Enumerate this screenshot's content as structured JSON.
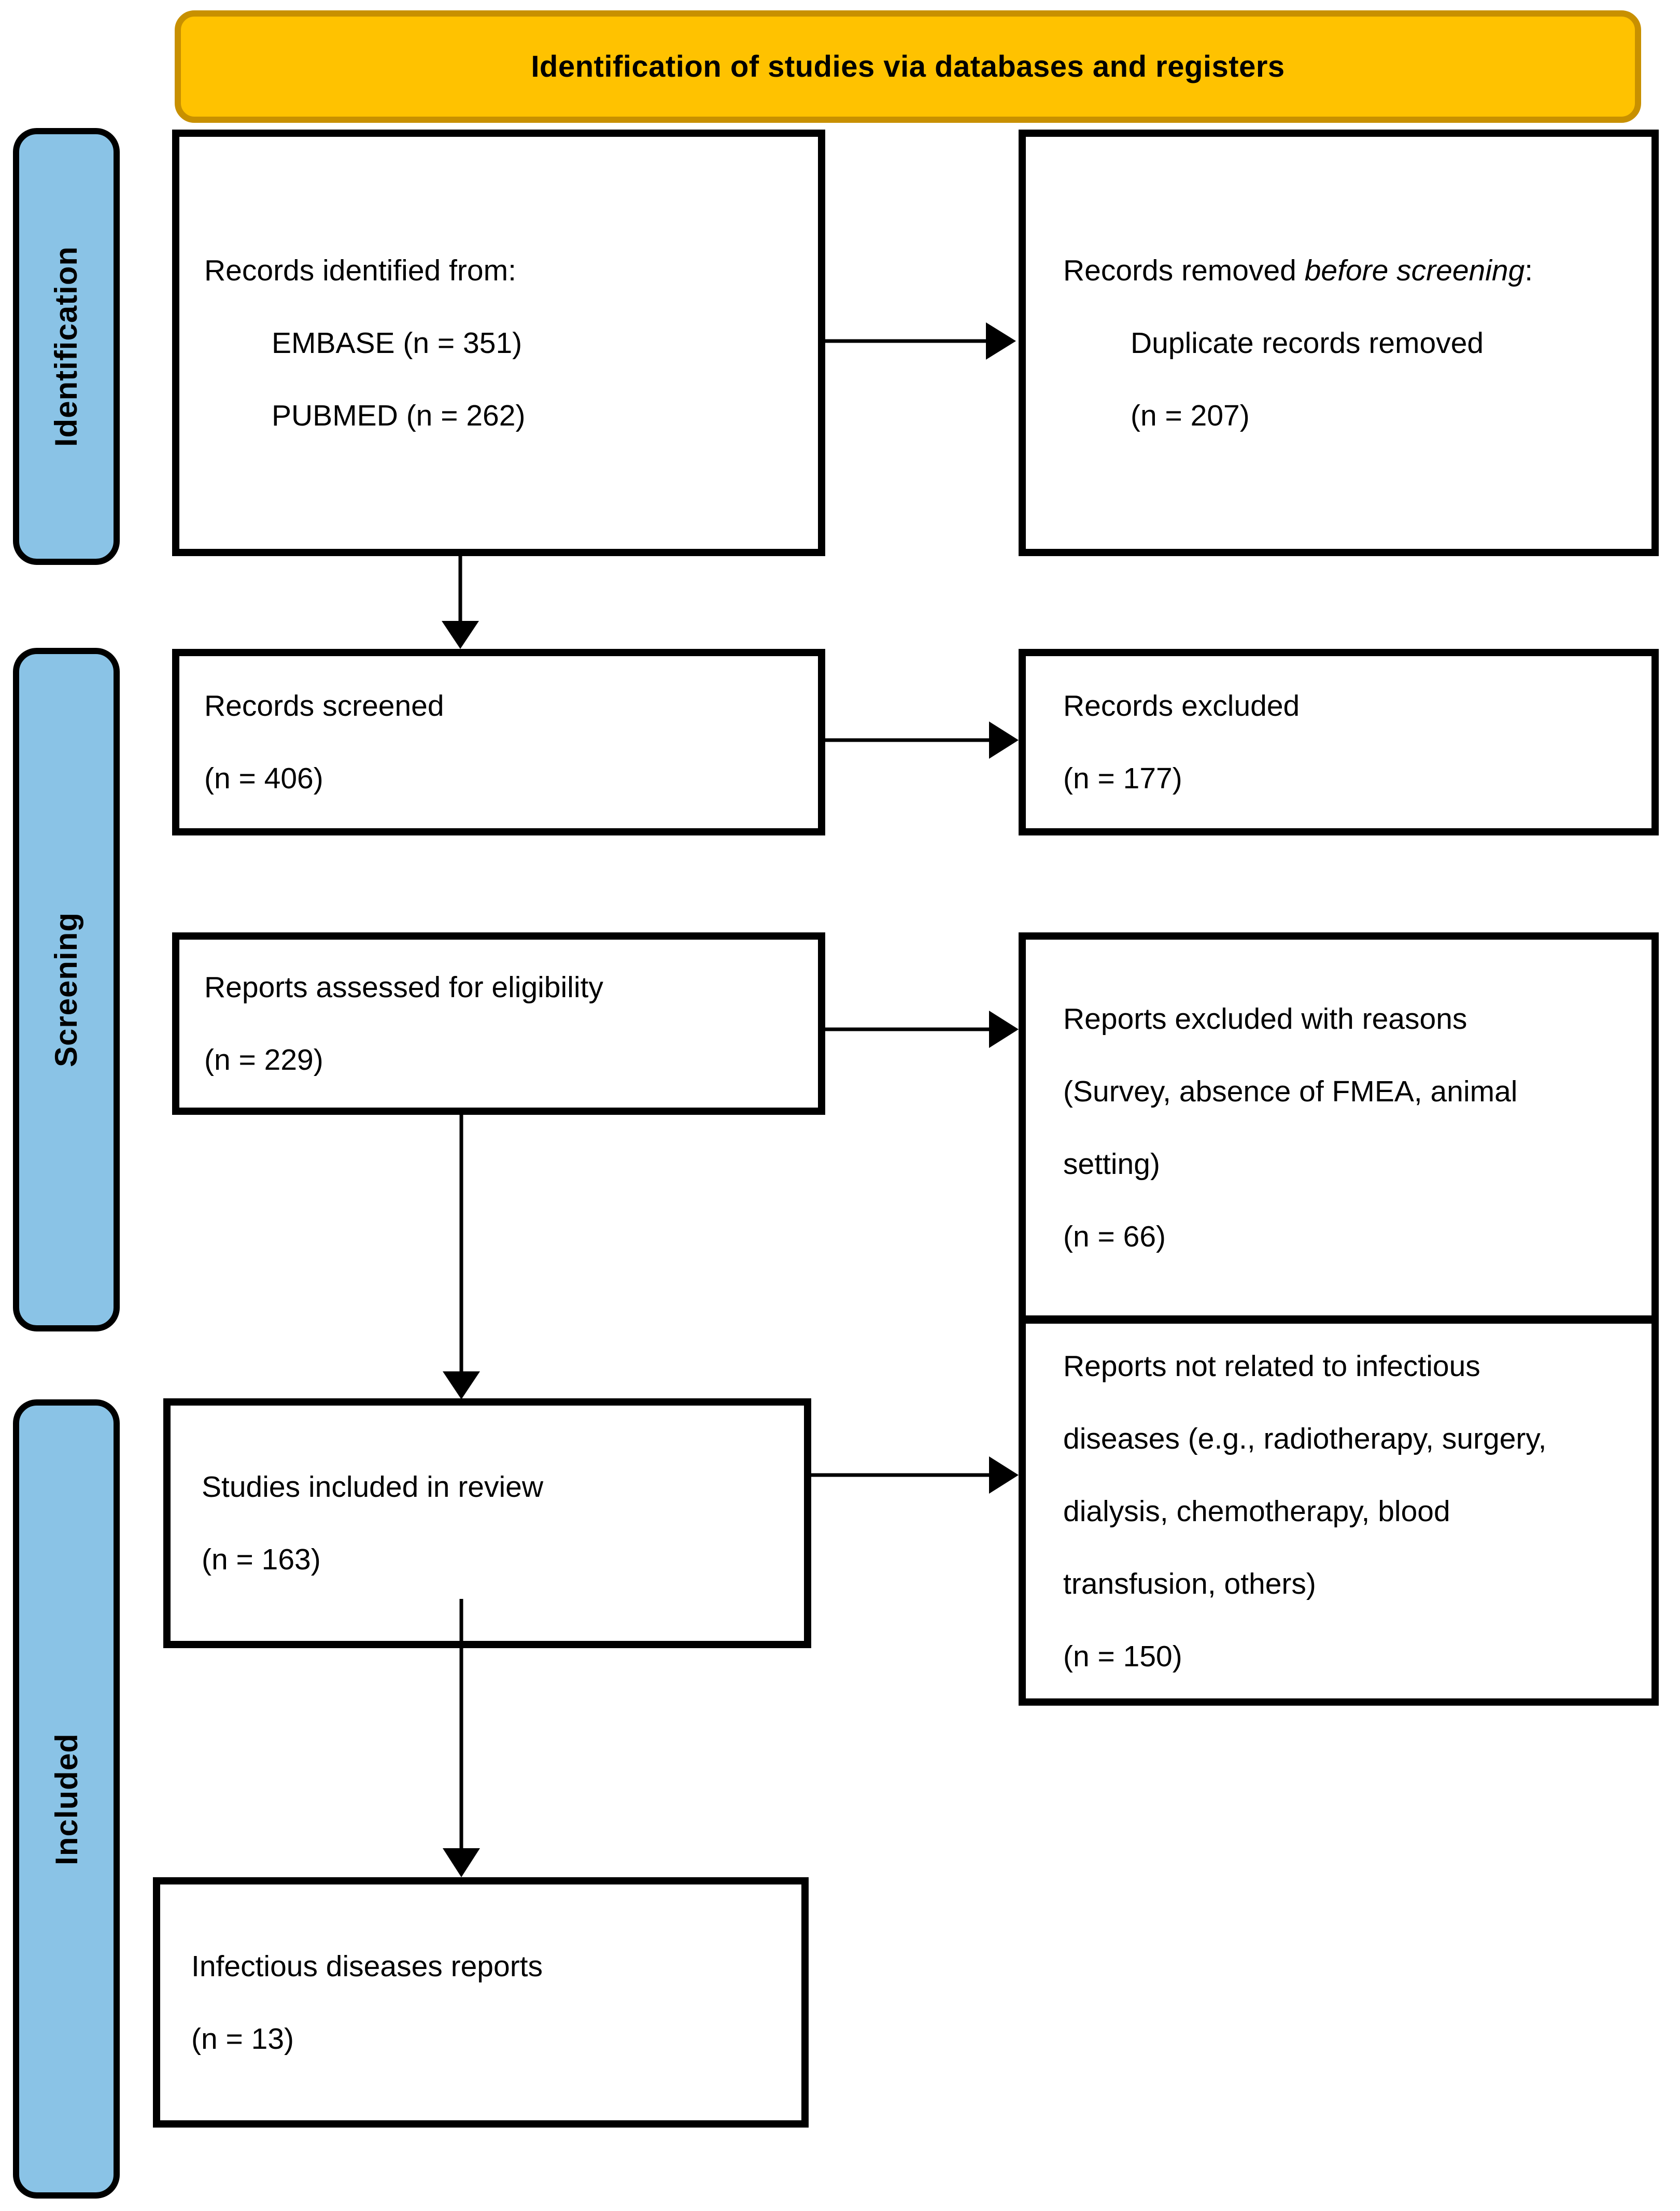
{
  "banner": {
    "title": "Identification of studies via databases and registers"
  },
  "sidebar": {
    "items": [
      {
        "label": "Identification"
      },
      {
        "label": "Screening"
      },
      {
        "label": "Included"
      }
    ]
  },
  "boxes": {
    "records_identified": {
      "line1": "Records identified from:",
      "line2": "EMBASE (n = 351)",
      "line3": "PUBMED (n = 262)"
    },
    "records_removed": {
      "line1_prefix": "Records removed ",
      "line1_italic": "before screening",
      "line1_suffix": ":",
      "line2": "Duplicate records removed",
      "line3": "(n = 207)"
    },
    "records_screened": {
      "line1": "Records screened",
      "line2": "(n = 406)"
    },
    "records_excluded": {
      "line1": "Records excluded",
      "line2": "(n = 177)"
    },
    "reports_assessed": {
      "line1": "Reports assessed for eligibility",
      "line2": "(n = 229)"
    },
    "reports_excluded": {
      "line1": "Reports excluded with reasons",
      "line2": "(Survey, absence of FMEA, animal",
      "line3": "setting)",
      "line4": "(n = 66)"
    },
    "studies_included": {
      "line1": "Studies included in review",
      "line2": "(n = 163)"
    },
    "reports_not_related": {
      "line1": "Reports not related to infectious",
      "line2": "diseases (e.g., radiotherapy, surgery,",
      "line3": "dialysis, chemotherapy, blood",
      "line4": "transfusion, others)",
      "line5": "(n = 150)"
    },
    "infectious_reports": {
      "line1": "Infectious diseases reports",
      "line2": "(n = 13)"
    }
  },
  "colors": {
    "banner_fill": "#FFC200",
    "banner_border": "#C89000",
    "sidebar_fill": "#8AC3E6",
    "outline": "#000000",
    "box_fill": "#FFFFFF"
  }
}
